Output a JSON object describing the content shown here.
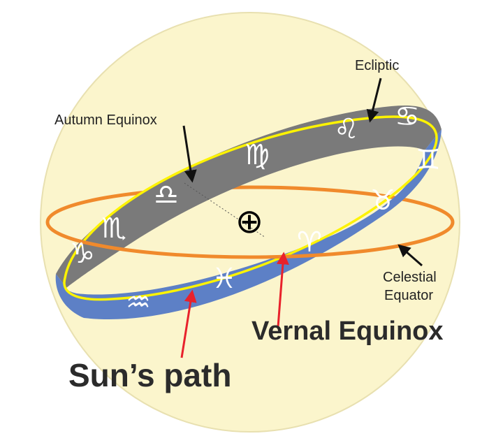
{
  "labels": {
    "ecliptic": "Ecliptic",
    "autumn_equinox": "Autumn Equinox",
    "celestial_line1": "Celestial",
    "celestial_line2": "Equator",
    "vernal_equinox": "Vernal Equinox",
    "suns_path": "Sun’s path"
  },
  "center_symbol": "⊕",
  "zodiac": {
    "capricorn": "♑",
    "scorpio": "♏",
    "libra": "♎",
    "virgo": "♍",
    "leo": "♌",
    "cancer": "♋",
    "gemini": "♊",
    "taurus": "♉",
    "aries": "♈",
    "pisces": "♓",
    "aquarius": "♒"
  },
  "colors": {
    "sphere": "#fbf5cc",
    "sphere_edge": "#e8e0b0",
    "band_top": "#7a7a7a",
    "band_bottom": "#5d80c6",
    "ecliptic_line": "#fdf300",
    "equator": "#f08a2c",
    "red_arrow": "#e8212b",
    "black_arrow": "#111111"
  }
}
